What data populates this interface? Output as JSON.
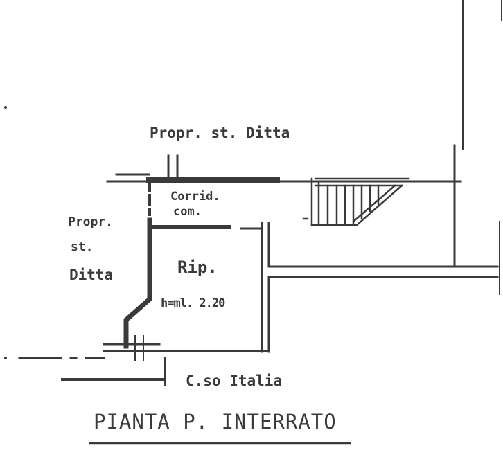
{
  "labels": {
    "top_neighbor": "Propr. st. Ditta",
    "corridor_line1": "Corrid.",
    "corridor_line2": "com.",
    "left_neighbor_line1": "Propr.",
    "left_neighbor_line2": "st.",
    "left_neighbor_line3": "Ditta",
    "room_name": "Rip.",
    "room_height": "h=ml. 2.20",
    "street": "C.so Italia"
  },
  "title": "PIANTA P. INTERRATO",
  "colors": {
    "ink": "#3a3a3a",
    "paper": "#ffffff"
  }
}
